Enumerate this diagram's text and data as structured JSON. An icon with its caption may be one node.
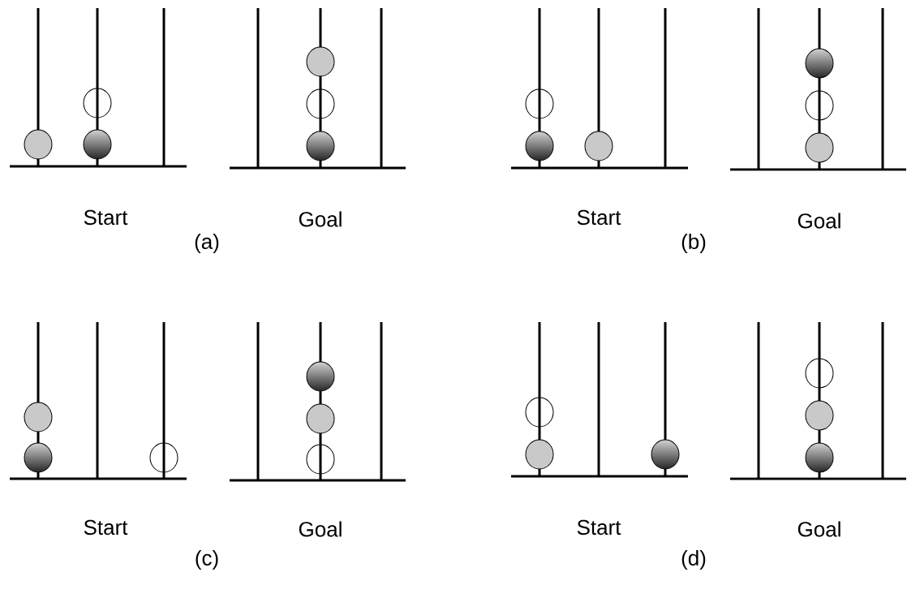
{
  "diagram": {
    "labels": [
      "Start",
      "Goal",
      "(a)",
      "Start",
      "Goal",
      "(b)",
      "Start",
      "Goal",
      "(c)",
      "Start",
      "Goal",
      "(d)"
    ]
  }
}
